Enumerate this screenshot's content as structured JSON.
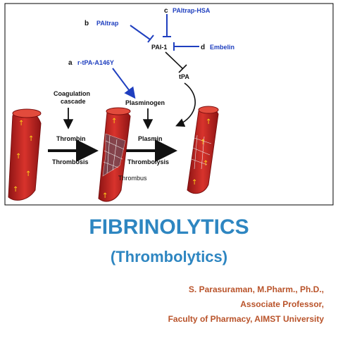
{
  "diagram": {
    "inhibitors": {
      "a_letter": "a",
      "a_label": "r-tPA-A146Y",
      "b_letter": "b",
      "b_label": "PAItrap",
      "c_letter": "c",
      "c_label": "PAItrap-HSA",
      "d_letter": "d",
      "d_label": "Embelin"
    },
    "nodes": {
      "pai1": "PAI-1",
      "tpa": "tPA",
      "plasminogen": "Plasminogen",
      "coagulation_line1": "Coagulation",
      "coagulation_line2": "cascade",
      "thrombin": "Thrombin",
      "thrombosis": "Thrombosis",
      "plasmin": "Plasmin",
      "thrombolysis": "Thrombolysis",
      "thrombus": "Thrombus"
    }
  },
  "slide": {
    "title": "FIBRINOLYTICS",
    "subtitle": "(Thrombolytics)",
    "author_name": "S. Parasuraman, M.Pharm., Ph.D.,",
    "author_position": "Associate Professor,",
    "author_affiliation": "Faculty of Pharmacy, AIMST University"
  },
  "colors": {
    "title": "#2e86c1",
    "author": "#b9532a",
    "inhibitor_blue": "#1f3fbf",
    "vessel_red": "#c0211f",
    "frame": "#000000"
  }
}
